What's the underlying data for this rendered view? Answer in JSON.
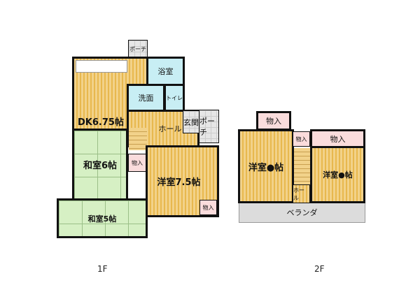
{
  "floor1": {
    "label": "1F",
    "rooms": {
      "porch_top": "ポーチ",
      "dk": "DK6.75帖",
      "bath": "浴室",
      "washroom": "洗面",
      "toilet": "トイレ",
      "hall": "ホール",
      "entrance": "玄関",
      "porch_right": "ポーチ",
      "washitsu6": "和室6帖",
      "closet_small": "物入",
      "youshitsu": "洋室7.5帖",
      "closet_youshitsu": "物入",
      "washitsu5": "和室5帖"
    }
  },
  "floor2": {
    "label": "2F",
    "rooms": {
      "closet_top": "物入",
      "youshitsu_left": "洋室●帖",
      "closet_small": "物入",
      "closet_right": "物入",
      "youshitsu_right": "洋室●帖",
      "hall": "ホール",
      "veranda": "ベランダ"
    }
  },
  "colors": {
    "wood": "#e8b84e",
    "tatami": "#d6f0c4",
    "wet": "#c8eef4",
    "closet": "#fadcdc",
    "tile": "#e6e6e6"
  }
}
